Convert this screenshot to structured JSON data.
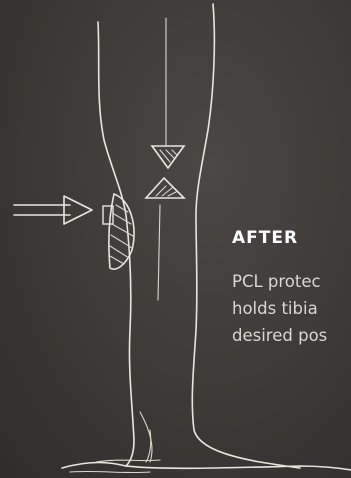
{
  "caption": {
    "heading": "AFTER",
    "lines": [
      "PCL protec",
      "holds tibia",
      "desired pos"
    ]
  },
  "colors": {
    "chalkboard": "#3b3936",
    "chalk": "#e9e6df",
    "heading": "#ffffff",
    "body_text": "#d9d7d2"
  },
  "illustration": {
    "subject": "chalk-sketch-of-leg-with-knee-brace-pad-and-force-arrows",
    "icons": [
      "horizontal-arrow-icon",
      "brace-pad-icon",
      "down-triangle-icon",
      "up-triangle-icon"
    ]
  }
}
